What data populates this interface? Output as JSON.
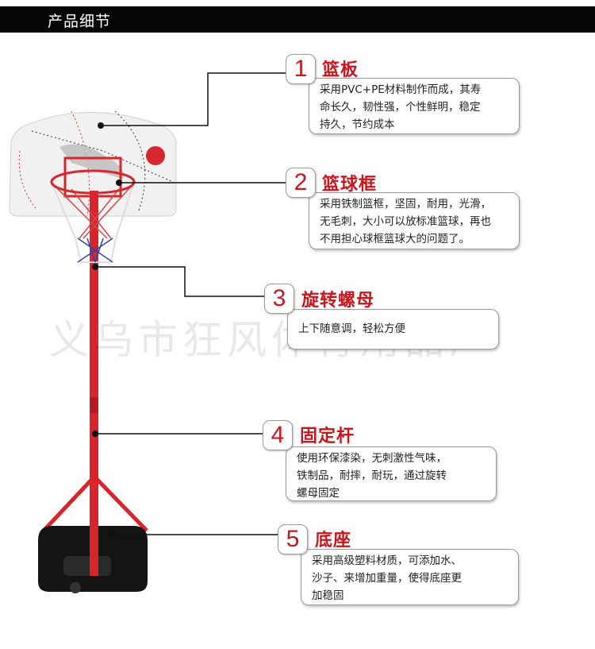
{
  "header": {
    "title": "产品细节"
  },
  "watermark": "义乌市狂风体育用品厂",
  "colors": {
    "accent": "#c8161d",
    "header_bg": "#050505",
    "pole": "#d8242a",
    "base": "#111111"
  },
  "features": [
    {
      "number": "1",
      "title": "篮板",
      "lines": [
        "采用PVC+PE材料制作而成，其寿",
        "命长久，韧性强，个性鲜明，稳定",
        "持久，节约成本"
      ]
    },
    {
      "number": "2",
      "title": "篮球框",
      "lines": [
        "采用铁制篮框，坚固，耐用，光滑，",
        "无毛刺，大小可以放标准篮球，再也",
        "不用担心球框篮球大的问题了。"
      ]
    },
    {
      "number": "3",
      "title": "旋转螺母",
      "lines": [
        "上下随意调，轻松方便"
      ]
    },
    {
      "number": "4",
      "title": "固定杆",
      "lines": [
        "使用环保漆染，无刺激性气味，",
        "铁制品，耐摔，耐玩，通过旋转",
        "螺母固定"
      ]
    },
    {
      "number": "5",
      "title": "底座",
      "lines": [
        "采用高级塑料材质，可添加水、",
        "沙子、来增加重量，使得底座更",
        "加稳固"
      ]
    }
  ]
}
